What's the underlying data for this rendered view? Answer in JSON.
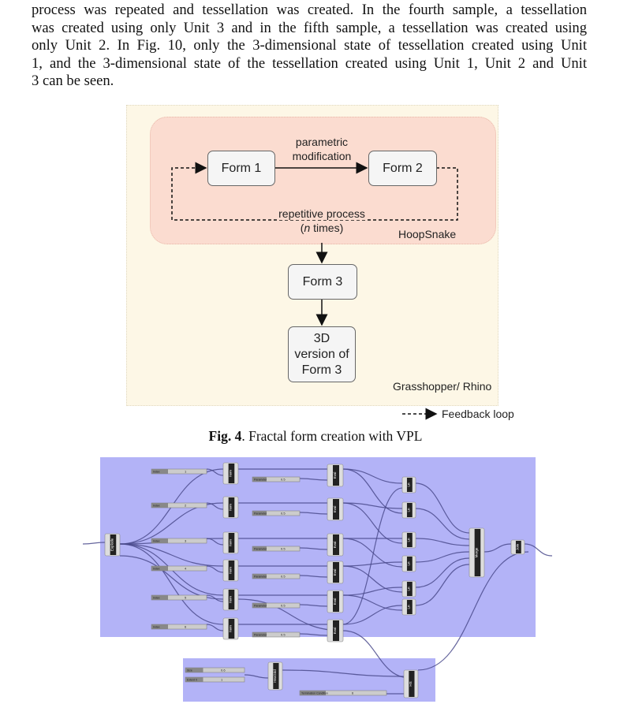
{
  "paragraph_lines": [
    "process was repeated and tessellation was created. In the fourth sample, a tessellation",
    "was created using only Unit 3 and in the fifth sample, a tessellation was created using",
    "only Unit 2. In Fig. 10, only the 3-dimensional state of tessellation created using Unit",
    "1, and the 3-dimensional state of the tessellation created using Unit 1, Unit 2 and Unit",
    "3 can be seen."
  ],
  "diagram": {
    "form1": "Form 1",
    "form2": "Form 2",
    "form3": "Form 3",
    "form3d": "3D version of Form 3",
    "edge_label": "parametric modification",
    "loop_label": "repetitive process",
    "loop_times_n": "n",
    "loop_times_rest": " times)",
    "loop_times_open": "(",
    "hoopsnake_label": "HoopSnake",
    "outer_label": "Grasshopper/ Rhino",
    "legend_label": "Feedback loop",
    "colors": {
      "outer_bg": "#fdf7e6",
      "inner_bg": "#fbdcd0",
      "box_bg": "#f5f5f5"
    }
  },
  "caption": {
    "prefix": "Fig. 4",
    "text": ". Fractal form creation with VPL"
  },
  "grasshopper": {
    "colors": {
      "group_bg": "#b3b3f7",
      "wire": "#4a4a8c"
    },
    "explode": "Explode",
    "item": "Item",
    "eval": "Eval",
    "ln": "Ln",
    "merge": "Merge",
    "join": "Join",
    "hexgrid": "HexGrid",
    "hs": "HS",
    "index_label": "Index",
    "index_values": [
      "1",
      "2",
      "3",
      "4",
      "5",
      "6"
    ],
    "parameter_label": "Parameter",
    "parameter_value": "0.5",
    "size_label": "Size",
    "size_value": "0.6",
    "extent_label": "Extent X",
    "extent_value": "1",
    "termination_label": "Termination Condition",
    "termination_value": "6"
  }
}
